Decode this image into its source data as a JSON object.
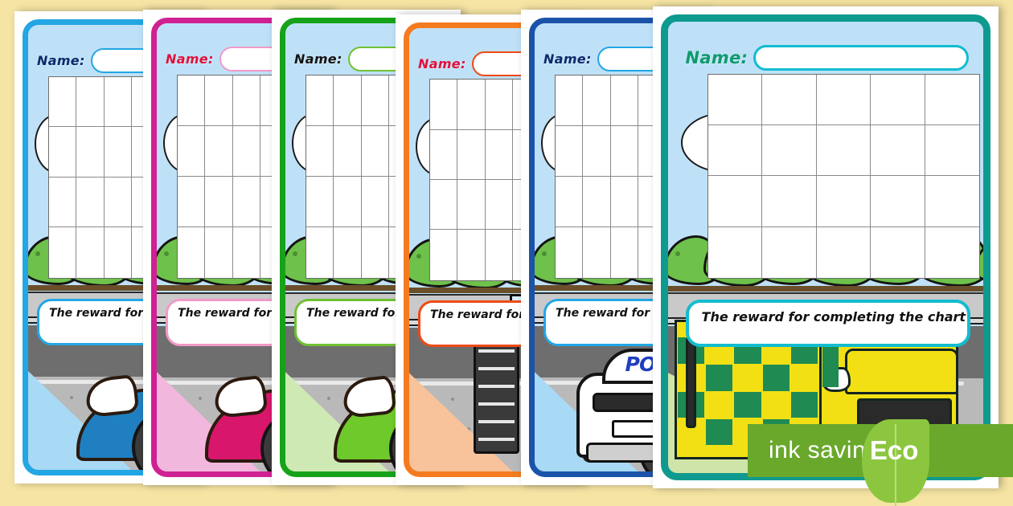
{
  "page": {
    "background_color": "#f5e4a3",
    "sheet_color": "#ffffff"
  },
  "badge": {
    "ink_saving_label": "ink saving",
    "eco_label": "Eco",
    "bar_color": "#6aa82c",
    "leaf_color": "#8cc63f"
  },
  "common": {
    "name_label": "Name:",
    "reward_text": "The reward for completing the chart will be:",
    "grid_columns": 5,
    "grid_rows": 4,
    "sky_color": "#bfe1f7",
    "bush_color": "#6ec14a",
    "road_color": "#6e6e6e"
  },
  "cards": [
    {
      "id": "card-blue-car",
      "name_label": "Name:",
      "reward_text": "The reward for completing the chart will be:",
      "border_color": "#23a6e4",
      "name_text_color": "#0d2a6b",
      "field_border_color": "#23a6e4",
      "accent_color": "#1b7fc4",
      "vehicle": "blue-car",
      "vehicle_body_color": "#1f7fc0",
      "pavement_color": "#a8d9f5"
    },
    {
      "id": "card-pink-car",
      "name_label": "Name:",
      "reward_text": "The reward for completing the chart will be:",
      "border_color": "#cf2193",
      "name_text_color": "#e0113b",
      "field_border_color": "#f09ac9",
      "accent_color": "#cf2193",
      "vehicle": "pink-car",
      "vehicle_body_color": "#d8176c",
      "pavement_color": "#f2b7dc"
    },
    {
      "id": "card-green-car",
      "name_label": "Name:",
      "reward_text": "The reward for completing the chart will be:",
      "border_color": "#17a319",
      "name_text_color": "#141414",
      "field_border_color": "#6fc133",
      "accent_color": "#17a319",
      "vehicle": "green-car",
      "vehicle_body_color": "#6ec92b",
      "pavement_color": "#cfe9b4"
    },
    {
      "id": "card-fire-engine",
      "name_label": "Name:",
      "reward_text": "The reward for completing the chart will be:",
      "border_color": "#f57b1f",
      "name_text_color": "#e0113b",
      "field_border_color": "#ef4a16",
      "accent_color": "#f57b1f",
      "vehicle": "fire-engine",
      "vehicle_body_color": "#e1232b",
      "pavement_color": "#f8c39a"
    },
    {
      "id": "card-police-car",
      "name_label": "Name:",
      "reward_text": "The reward for completing the chart will be:",
      "border_color": "#1b53a8",
      "name_text_color": "#0d2a6b",
      "field_border_color": "#23a6e4",
      "accent_color": "#1b53a8",
      "vehicle": "police-car",
      "vehicle_body_color": "#ffffff",
      "vehicle_text": "POLICE",
      "pavement_color": "#a8d9f5"
    },
    {
      "id": "card-ambulance",
      "name_label": "Name:",
      "reward_text": "The reward for completing the chart will be:",
      "border_color": "#0e9a8e",
      "name_text_color": "#0e9a6e",
      "field_border_color": "#12bcd0",
      "accent_color": "#0e9a8e",
      "vehicle": "ambulance",
      "vehicle_body_color": "#f3e014",
      "pavement_color": "#cfe4a8"
    }
  ]
}
